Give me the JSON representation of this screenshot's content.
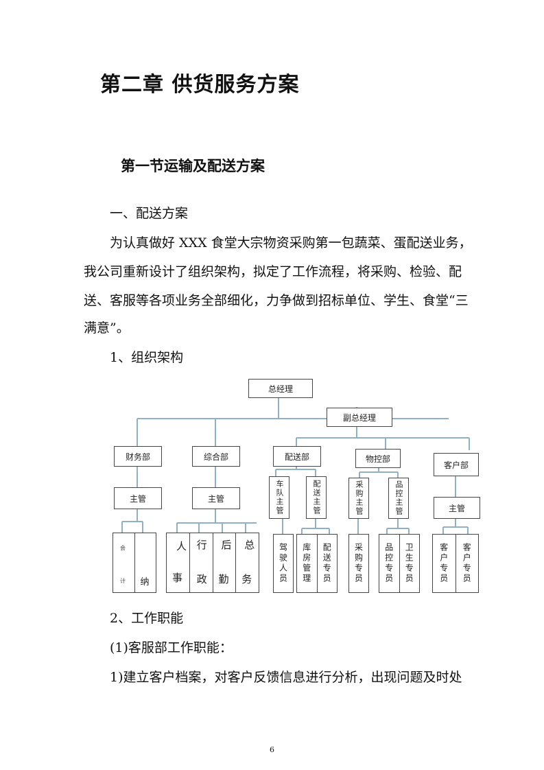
{
  "chapter_title": "第二章  供货服务方案",
  "section_title": "第一节运输及配送方案",
  "subheading_1": "一、配送方案",
  "paragraph": {
    "line1": "为认真做好 XXX 食堂大宗物资采购第一包蔬菜、蛋配送业务，",
    "line2": "我公司重新设计了组织架构，拟定了工作流程，将采购、检验、配",
    "line3": "送、客服等各项业务全部细化，力争做到招标单位、学生、食堂“三",
    "line4": "满意”。"
  },
  "item_1": "1、组织架构",
  "org": {
    "gm": "总经理",
    "vgm": "副总经理",
    "finance": "财务部",
    "general": "综合部",
    "delivery": "配送部",
    "control": "物控部",
    "customer": "客户部",
    "finance_supervisor": "主管",
    "general_supervisor": "主管",
    "fleet_supervisor": "车队主管",
    "delivery_supervisor": "配送主管",
    "purchase_supervisor": "采购主管",
    "qc_supervisor": "品控主管",
    "customer_supervisor": "主管",
    "accounting_top": "会",
    "accounting_bottom": "计",
    "cashier": "纳",
    "hr_top": "人",
    "hr_bottom": "事",
    "admin_top": "行",
    "admin_bottom": "政",
    "logistics_top": "后",
    "logistics_bottom": "勤",
    "affairs_top": "总",
    "affairs_bottom": "务",
    "driver": "驾驶人员",
    "warehouse": "库房管理",
    "delivery_staff": "配送专员",
    "purchaser": "采购专员",
    "qc_staff": "品控专员",
    "hygiene_staff": "卫生专员",
    "customer_staff_1": "客户专员",
    "customer_staff_2": "客户专员"
  },
  "item_2": "2、工作职能",
  "sub_item_1": "(1)客服部工作职能：",
  "sub_sub_item_1": "1)建立客户档案，对客户反馈信息进行分析，出现问题及时处",
  "page_number": "6"
}
